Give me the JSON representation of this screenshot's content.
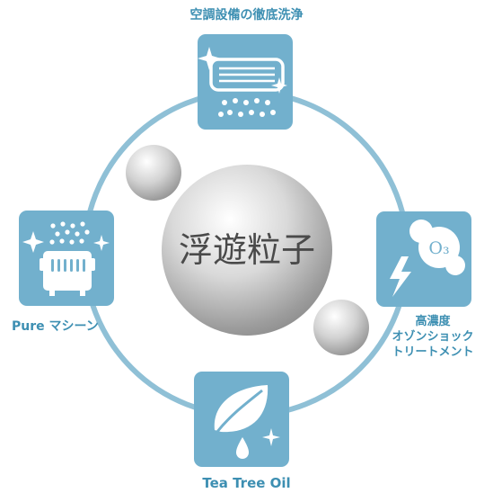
{
  "center": {
    "title": "浮遊粒子"
  },
  "nodes": {
    "top": {
      "label": "空調設備の徹底洗浄",
      "icon": "air-conditioner-cleaning-icon"
    },
    "right": {
      "label_lines": [
        "高濃度",
        "オゾンショック",
        "トリートメント"
      ],
      "icon": "ozone-icon",
      "ozone_text": "O₃"
    },
    "bottom": {
      "label": "Tea Tree Oil",
      "icon": "leaf-oil-drop-icon"
    },
    "left": {
      "label": "Pure マシーン",
      "icon": "purifier-machine-icon"
    }
  },
  "colors": {
    "ring": "#8fc0d6",
    "tile": "#72b0cd",
    "label": "#3d8fb2",
    "sphere": "#bdbdbd"
  }
}
